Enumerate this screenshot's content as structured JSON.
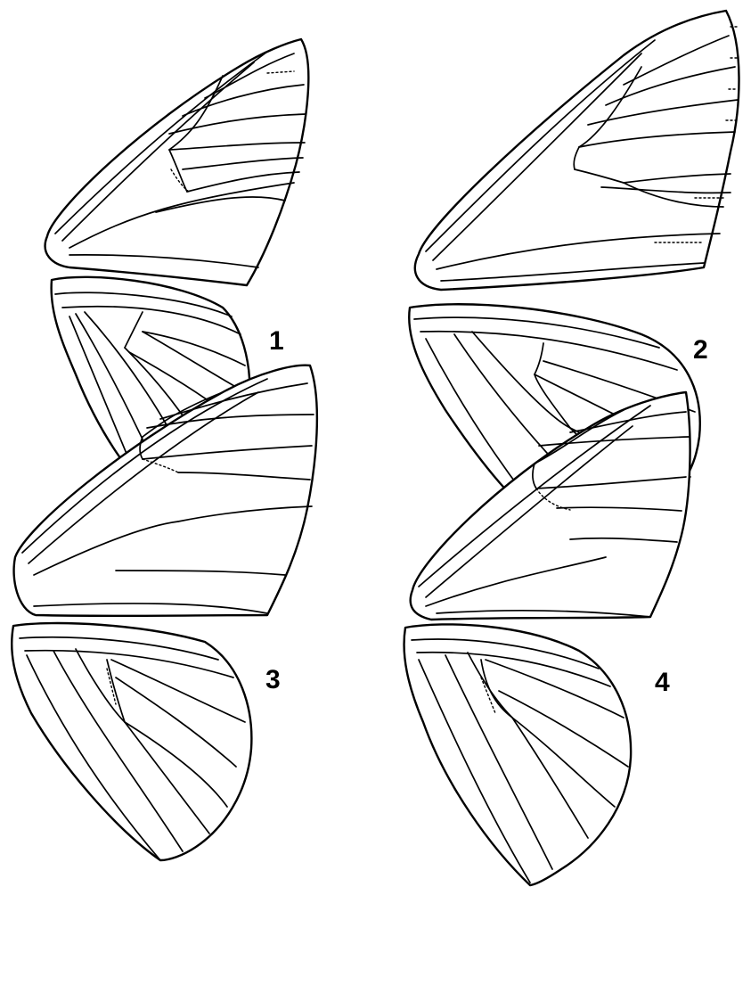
{
  "figures": [
    {
      "label": "1"
    },
    {
      "label": "2"
    },
    {
      "label": "3"
    },
    {
      "label": "4"
    }
  ]
}
